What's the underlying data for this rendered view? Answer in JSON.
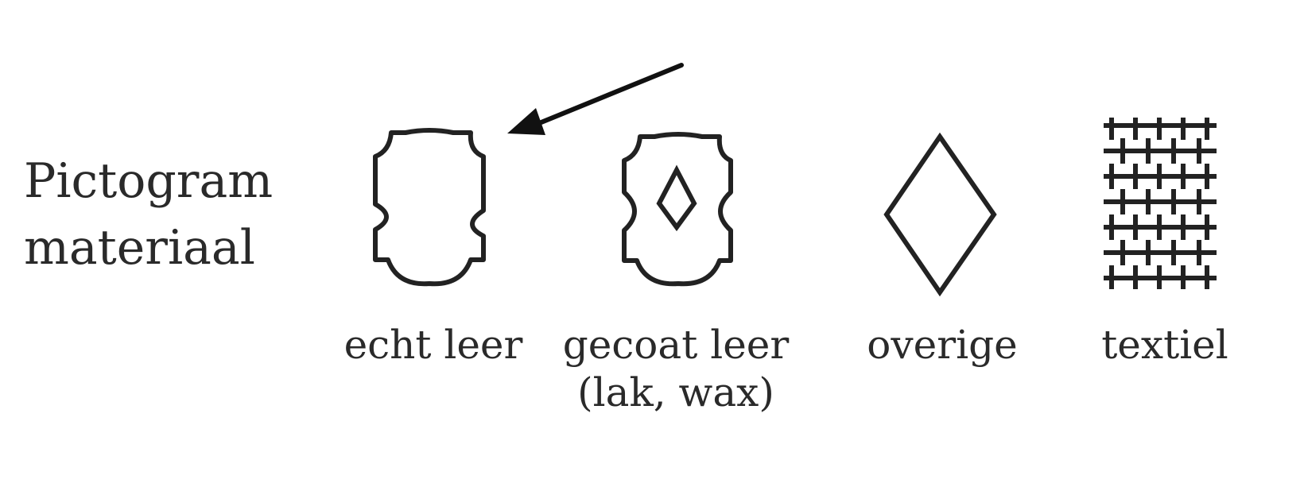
{
  "heading": {
    "line1": "Pictogram",
    "line2": "materiaal"
  },
  "pictograms": [
    {
      "icon": "leather-hide-icon",
      "label": "echt leer"
    },
    {
      "icon": "coated-leather-icon",
      "label_line1": "gecoat leer",
      "label_line2": "(lak, wax)"
    },
    {
      "icon": "diamond-icon",
      "label": "overige"
    },
    {
      "icon": "textile-weave-icon",
      "label": "textiel"
    }
  ],
  "arrow": {
    "icon": "arrow-icon",
    "points_to": "echt leer"
  },
  "colors": {
    "ink": "#222222",
    "background": "#ffffff"
  }
}
